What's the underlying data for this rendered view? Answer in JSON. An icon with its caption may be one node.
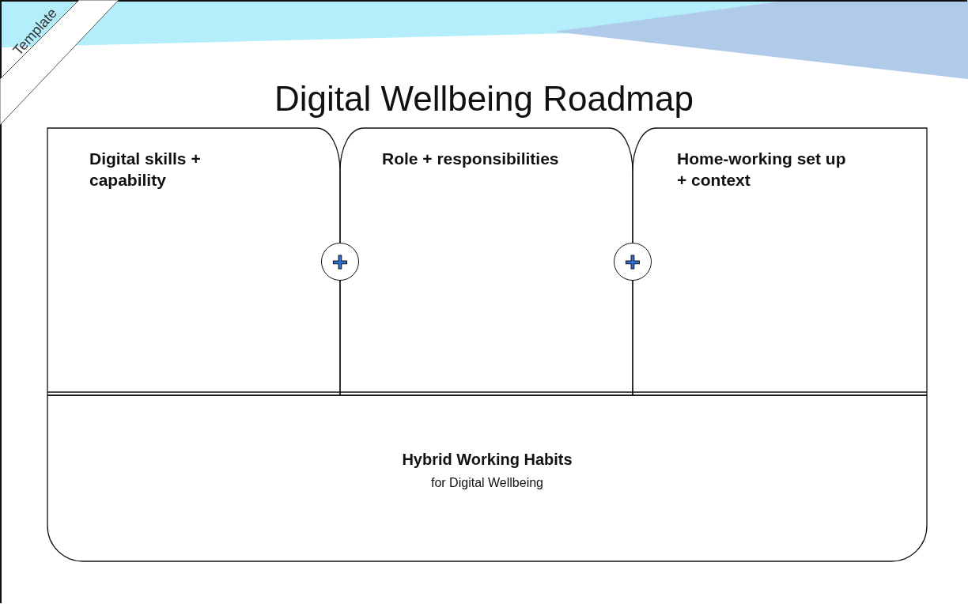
{
  "diagram": {
    "title": "Digital Wellbeing Roadmap",
    "nodes": [
      {
        "text": [
          "Digital skills + capability"
        ]
      },
      {
        "text": [
          "Role + responsibilities"
        ]
      },
      {
        "text": [
          "Home-working set up + context"
        ]
      },
      {
        "text": [
          "+"
        ]
      },
      {
        "text": [
          "+"
        ]
      },
      {
        "text": [
          "Hybrid Working Habits",
          "for Digital Wellbeing"
        ]
      }
    ],
    "edges": [],
    "labels": [
      "Template"
    ]
  }
}
